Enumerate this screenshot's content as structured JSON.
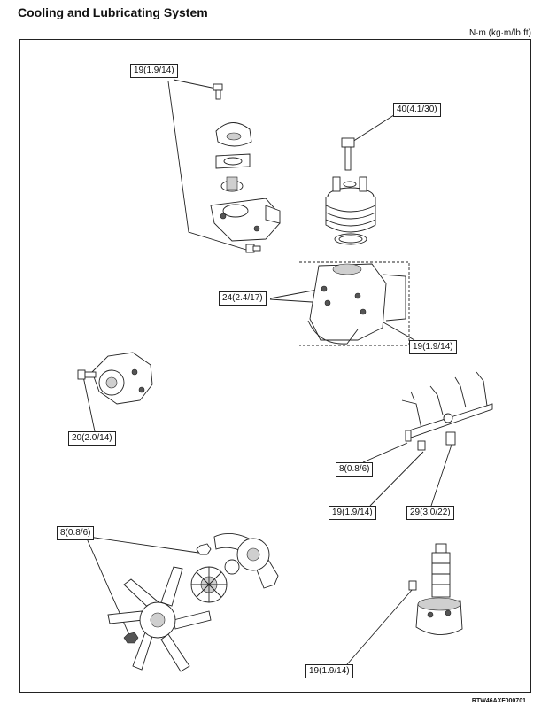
{
  "header": {
    "title": "Cooling and Lubricating System",
    "units": "N·m (kg·m/lb·ft)"
  },
  "callouts": {
    "thermostat_bolt": "19(1.9/14)",
    "oil_filter_bolt": "40(4.1/30)",
    "housing_bolts": "24(2.4/17)",
    "housing_bolt_lower": "19(1.9/14)",
    "water_pump_bolt": "20(2.0/14)",
    "oil_jet_bolt_small": "8(0.8/6)",
    "oil_jet_bolt": "19(1.9/14)",
    "oil_jet_check_valve": "29(3.0/22)",
    "fan_nut": "8(0.8/6)",
    "oil_pump_bolt": "19(1.9/14)"
  },
  "figure_id": "RTW46AXF000701"
}
